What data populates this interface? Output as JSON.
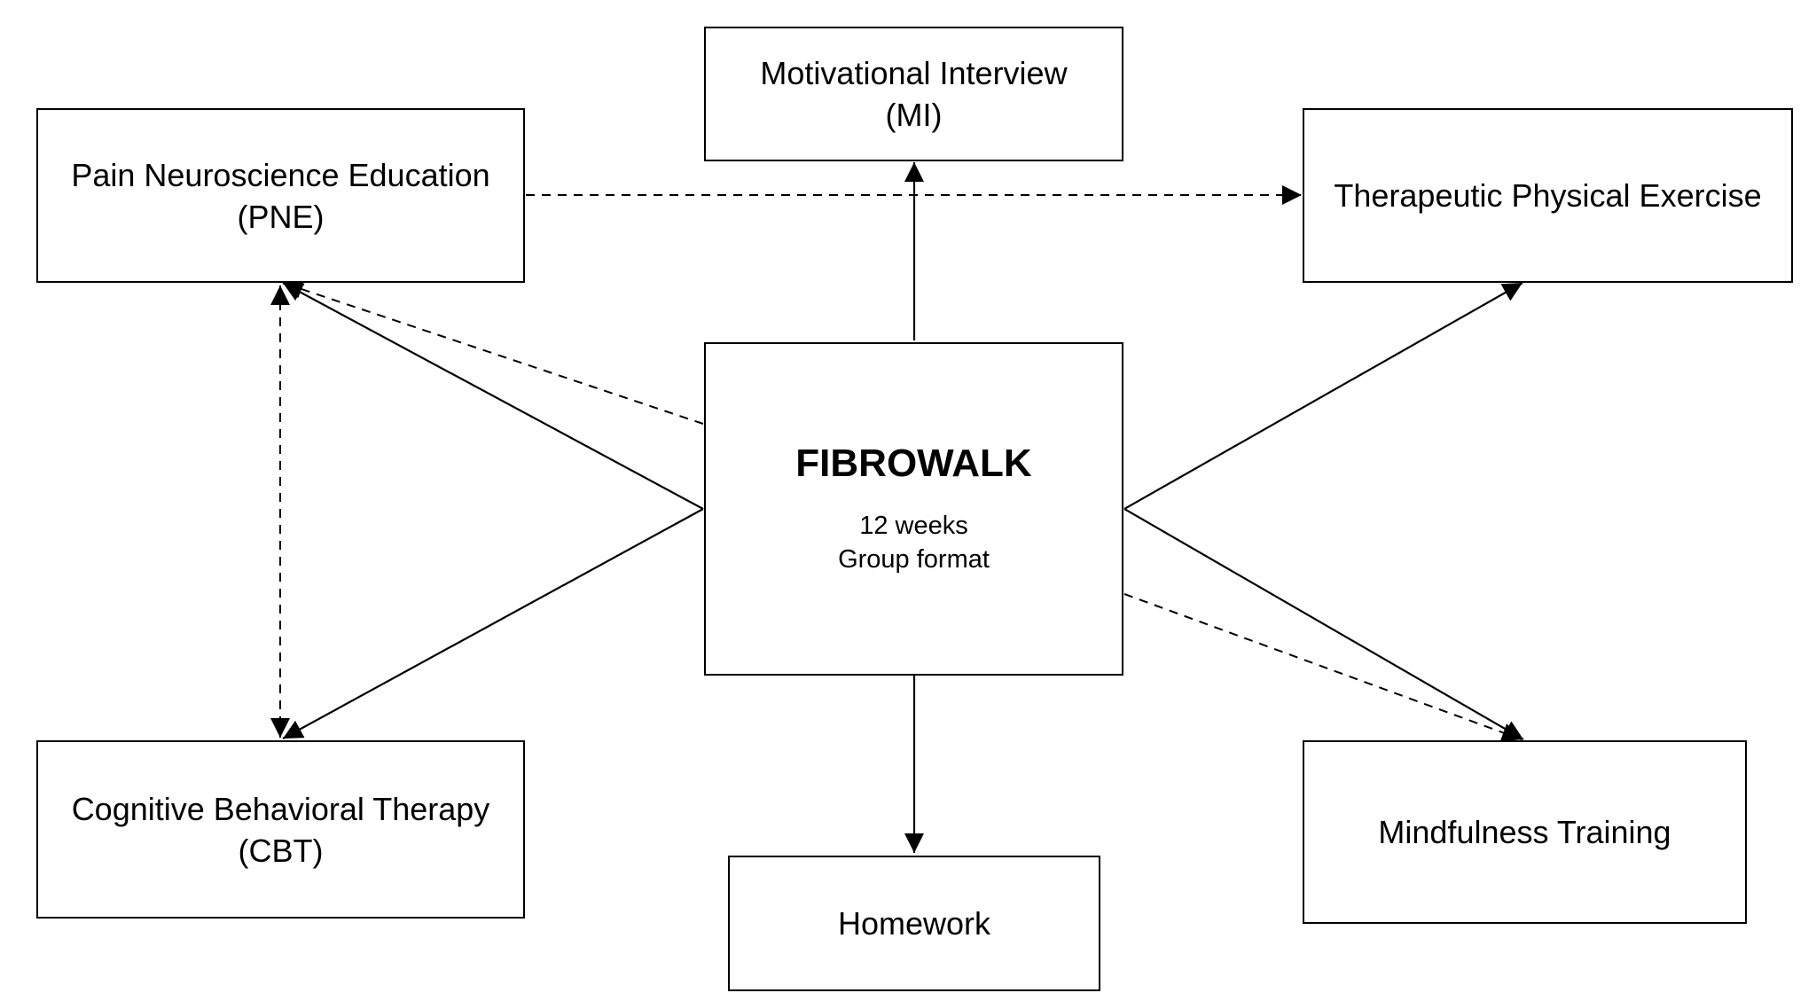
{
  "diagram": {
    "center": {
      "title": "FIBROWALK",
      "duration": "12 weeks",
      "format": "Group format"
    },
    "components": {
      "mi": {
        "line1": "Motivational Interview",
        "line2": "(MI)"
      },
      "pne": {
        "line1": "Pain Neuroscience Education",
        "line2": "(PNE)"
      },
      "tpe": {
        "line1": "Therapeutic Physical Exercise"
      },
      "cbt": {
        "line1": "Cognitive Behavioral Therapy",
        "line2": "(CBT)"
      },
      "homework": {
        "line1": "Homework"
      },
      "mindfulness": {
        "line1": "Mindfulness Training"
      }
    }
  }
}
